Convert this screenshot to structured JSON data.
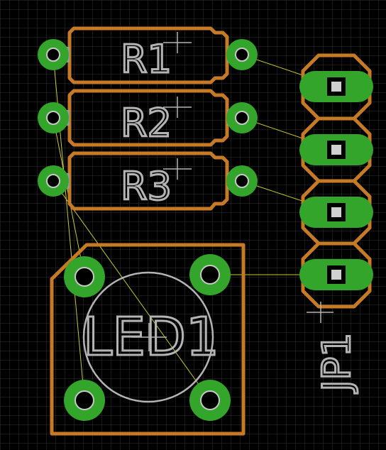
{
  "board": {
    "background": "#000000",
    "grid_color": "#3a3a3a",
    "outline_color": "#c77a26",
    "pad_color": "#33a52a",
    "silkscreen_color": "#b4b4b4",
    "airwire_color": "#c8c832"
  },
  "components": {
    "r1": {
      "label": "R1"
    },
    "r2": {
      "label": "R2"
    },
    "r3": {
      "label": "R3"
    },
    "led1": {
      "label": "LED1"
    },
    "jp1": {
      "label": "JP1"
    }
  }
}
